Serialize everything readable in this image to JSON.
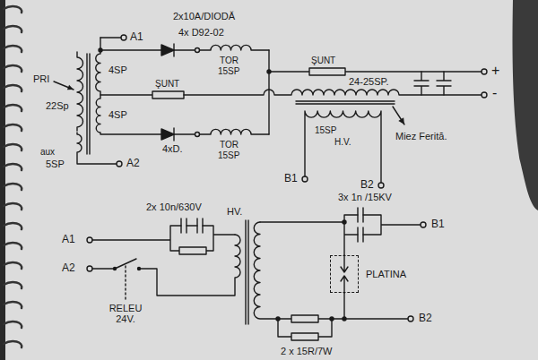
{
  "diagram": {
    "nodes": [
      {
        "text": [
          "PLATINA"
        ]
      }
    ],
    "labels": [
      "2x10A/DIODĂ",
      "4x D92-02",
      "A1",
      "PRI",
      "22Sp",
      "4SP",
      "ŞUNT",
      "4SP",
      "4xD.",
      "TOR",
      "15SP",
      "TOR",
      "15SP",
      "aux",
      "5SP",
      "A2",
      "ŞUNT",
      "24-25SP.",
      "+",
      "-",
      "15SP",
      "H.V.",
      "Miez Ferită.",
      "B1",
      "B2",
      "2x 10n/630V",
      "HV.",
      "3x 1n /15KV",
      "B1",
      "A1",
      "A2",
      "RELEU 24V.",
      "B2",
      "2 x 15R/7W"
    ]
  }
}
